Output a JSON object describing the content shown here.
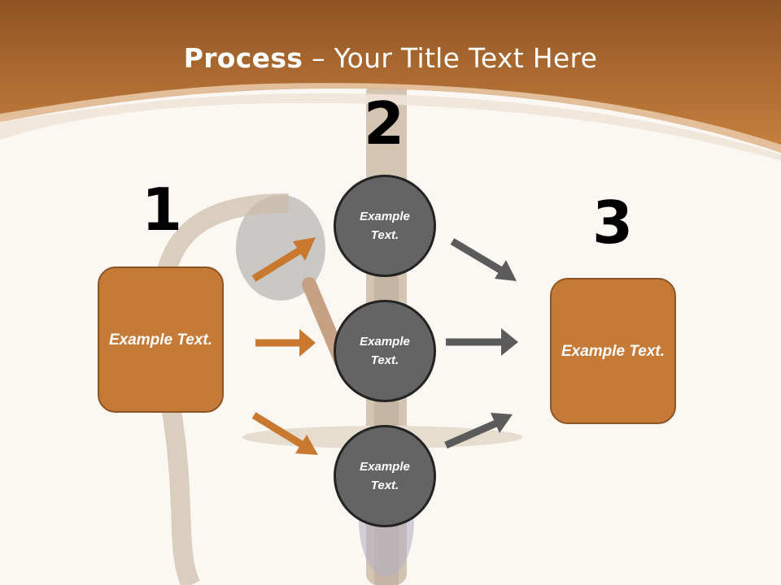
{
  "title": {
    "bold": "Process",
    "rest": " – Your Title Text Here"
  },
  "steps": [
    {
      "number": "1"
    },
    {
      "number": "2"
    },
    {
      "number": "3"
    }
  ],
  "boxes": [
    {
      "text": "Example Text."
    },
    {
      "text": "Example Text."
    }
  ],
  "circles": [
    {
      "text": "Example Text."
    },
    {
      "text": "Example Text."
    },
    {
      "text": "Example Text."
    }
  ],
  "colors": {
    "header": "#c17a3a",
    "box_fill": "#c67a38",
    "circle_fill": "#646464",
    "arrow_orange": "#c8782f",
    "arrow_gray": "#5b5b5b"
  }
}
